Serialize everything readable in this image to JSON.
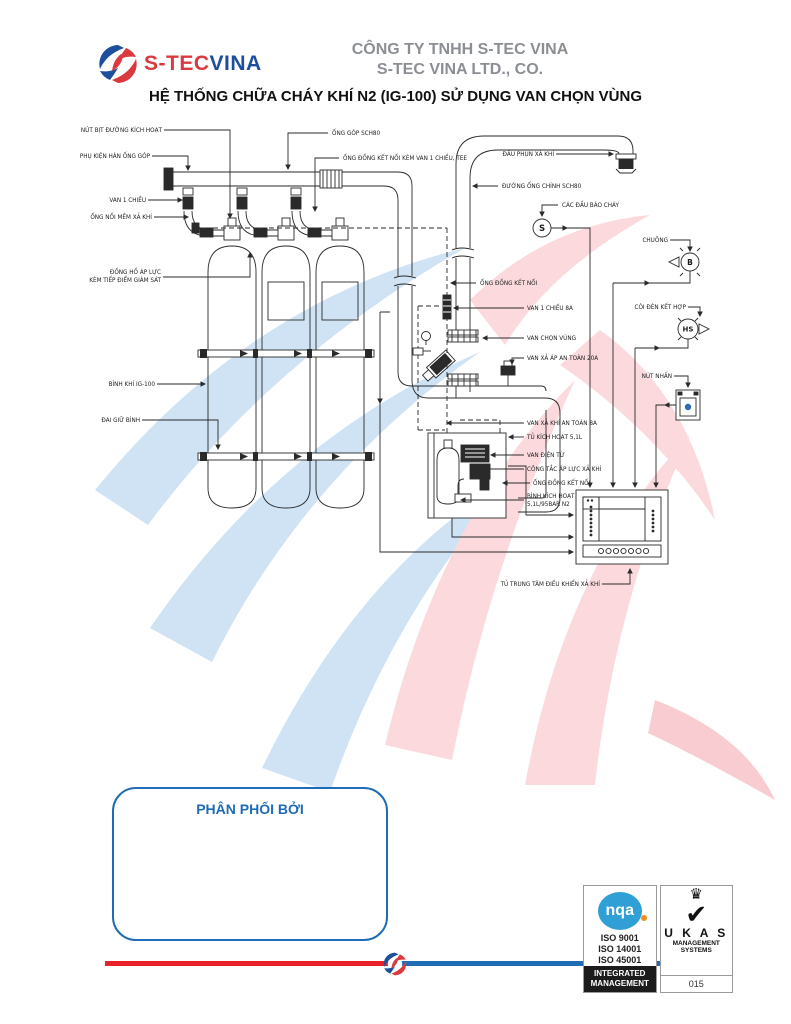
{
  "header": {
    "brand_red": "S-TEC",
    "brand_blue": "VINA",
    "company_line1": "CÔNG TY TNHH S-TEC VINA",
    "company_line2": "S-TEC VINA LTD., CO.",
    "title": "HỆ THỐNG CHỮA CHÁY KHÍ N2 (IG-100) SỬ DỤNG VAN CHỌN VÙNG"
  },
  "diagram": {
    "labels": {
      "nut_bit": "NÚT BỊT ĐƯỜNG KÍCH HOẠT",
      "phu_kien": "PHỤ KIỆN HÀN ỐNG GÓP",
      "van_1_chieu": "VAN 1 CHIỀU",
      "ong_noi_mem": "ỐNG NỐI MỀM XẢ KHÍ",
      "dong_ho_1": "ĐỒNG HỒ ÁP LỰC",
      "dong_ho_2": "KÈM TIẾP ĐIỂM GIÁM SÁT",
      "binh_khi": "BÌNH KHÍ IG-100",
      "dai_giu": "ĐAI GIỮ BÌNH",
      "ong_gop": "ỐNG GÓP SCH80",
      "ong_dong_tee": "ỐNG ĐỒNG KẾT NỐI KÈM VAN 1 CHIỀU, TEE",
      "dau_phun": "ĐẦU PHUN XẢ KHÍ",
      "duong_ong_chinh": "ĐƯỜNG ỐNG CHÍNH SCH80",
      "dau_bao_chay": "CÁC ĐẦU BÁO CHÁY",
      "chuong": "CHUÔNG",
      "coi_den": "CÒI ĐÈN KẾT HỢP",
      "nut_nhan": "NÚT NHẤN",
      "ong_dong_ket_noi_1": "ỐNG ĐỒNG KẾT NỐI",
      "van_1_chieu_8a": "VAN 1 CHIỀU 8A",
      "van_chon_vung": "VAN CHỌN VÙNG",
      "van_xa_ap_20a": "VAN XẢ ÁP AN TOÀN 20A",
      "van_xa_khi_8a": "VAN XẢ KHÍ AN TOÀN 8A",
      "tu_kich_hoat": "TỦ KÍCH HOẠT 5,1L",
      "van_dien_tu": "VAN ĐIỆN TỪ",
      "cong_tac": "CÔNG TẮC ÁP LỰC XẢ KHÍ",
      "ong_dong_ket_noi_2": "ỐNG ĐỒNG KẾT NỐI",
      "binh_kich_hoat_1": "BÌNH KÍCH HOẠT",
      "binh_kich_hoat_2": "5,1L/95BAR N2",
      "tu_trung_tam": "TỦ TRUNG TÂM ĐIỀU KHIỂN XẢ KHÍ"
    },
    "symbols": {
      "detector": "S",
      "bell": "B",
      "horn": "HS"
    }
  },
  "distributor_box": {
    "title": "PHÂN PHỐI BỞI"
  },
  "certification": {
    "nqa_text": "nqa",
    "iso_line1": "ISO 9001",
    "iso_line2": "ISO 14001",
    "iso_line3": "ISO 45001",
    "integrated_line1": "INTEGRATED",
    "integrated_line2": "MANAGEMENT",
    "crown_icon": "♛",
    "check_icon": "✔",
    "ukas": "U K A S",
    "ukas_sub1": "MANAGEMENT",
    "ukas_sub2": "SYSTEMS",
    "ukas_number": "015"
  },
  "colors": {
    "brand_red": "#d93a3f",
    "brand_blue": "#1d4f9e",
    "accent_blue": "#1e6cb5",
    "line_red": "#e8212a",
    "watermark_blue": "#cfe3f5",
    "watermark_pink": "#fbd9dc"
  }
}
